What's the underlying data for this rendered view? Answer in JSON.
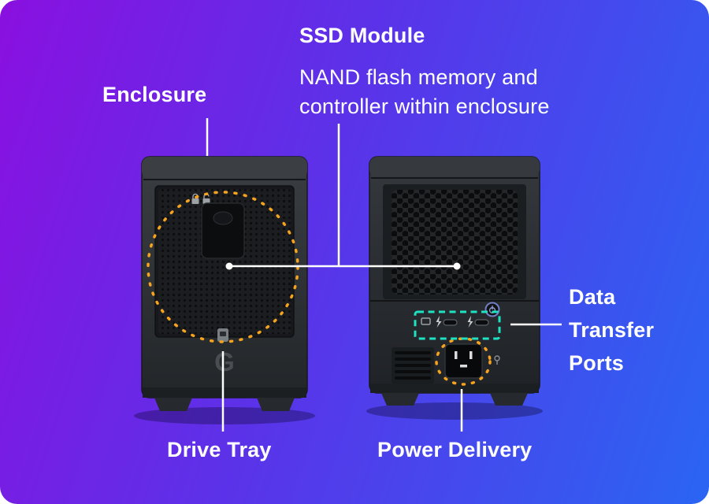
{
  "background": {
    "gradient_start": "#8A10E0",
    "gradient_mid": "#5A33E9",
    "gradient_end": "#2A65F2"
  },
  "annotations": {
    "enclosure": {
      "label": "Enclosure"
    },
    "ssd_module": {
      "title": "SSD Module",
      "description_line1": "NAND flash memory and",
      "description_line2": "controller within enclosure"
    },
    "data_transfer_ports": {
      "line1": "Data",
      "line2": "Transfer",
      "line3": "Ports"
    },
    "drive_tray": {
      "label": "Drive Tray"
    },
    "power_delivery": {
      "label": "Power Delivery"
    }
  },
  "devices": {
    "front": {
      "logo": "G"
    }
  },
  "colors": {
    "highlight_orange": "#F6A41F",
    "highlight_teal": "#1EE3C3",
    "connector_white": "#FFFFFF",
    "label_text": "#FFFFFF"
  }
}
